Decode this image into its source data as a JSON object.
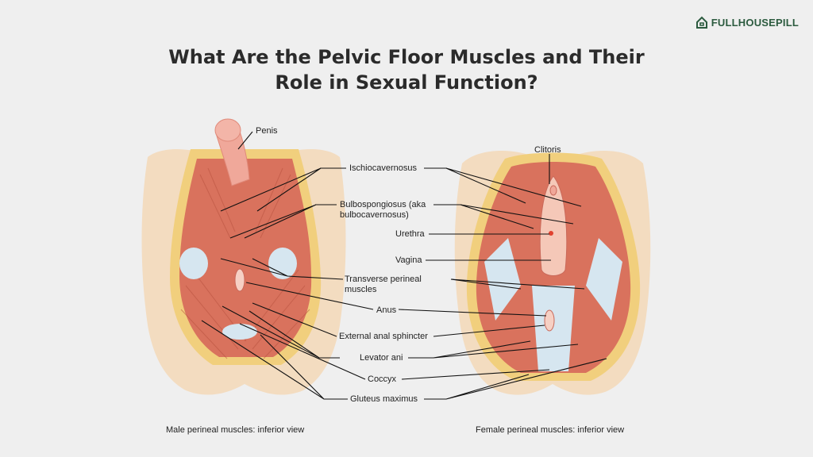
{
  "brand": {
    "name": "FULLHOUSEPILL",
    "icon": "house-icon",
    "color": "#2c5b3f"
  },
  "title": {
    "line1": "What Are the Pelvic Floor Muscles and Their",
    "line2": "Role in Sexual Function?"
  },
  "labels": {
    "penis": "Penis",
    "clitoris": "Clitoris",
    "ischiocavernosus": "Ischiocavernosus",
    "bulbospongiosus_line1": "Bulbospongiosus (aka",
    "bulbospongiosus_line2": "bulbocavernosus)",
    "urethra": "Urethra",
    "vagina": "Vagina",
    "transverse_line1": "Transverse perineal",
    "transverse_line2": "muscles",
    "anus": "Anus",
    "external_anal_sphincter": "External anal sphincter",
    "levator_ani": "Levator ani",
    "coccyx": "Coccyx",
    "gluteus_maximus": "Gluteus maximus"
  },
  "captions": {
    "male": "Male perineal muscles: inferior view",
    "female": "Female perineal muscles: inferior view"
  },
  "colors": {
    "background": "#efefef",
    "skin": "#f3dcc0",
    "fat": "#f1cf7d",
    "muscle": "#d9725d",
    "muscle_dark": "#b8523f",
    "ligament": "#d6e6f0"
  }
}
